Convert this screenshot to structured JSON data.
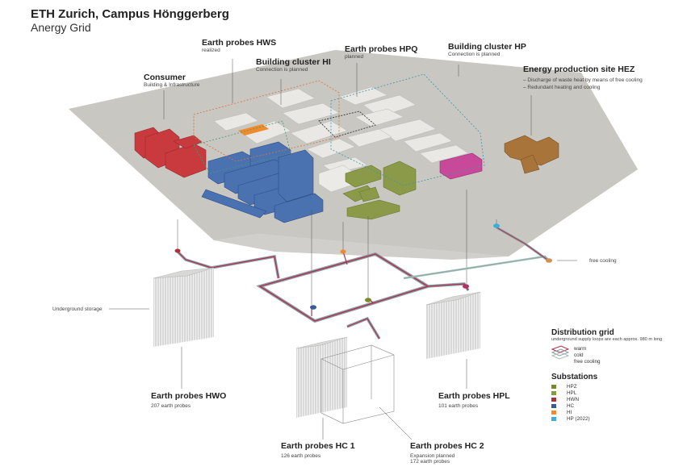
{
  "header": {
    "title": "ETH Zurich, Campus Hönggerberg",
    "subtitle": "Anergy Grid"
  },
  "labels": {
    "consumer": {
      "title": "Consumer",
      "sub": "Building & Infrastructure"
    },
    "hws": {
      "title": "Earth probes HWS",
      "sub": "realized"
    },
    "hi": {
      "title": "Building cluster HI",
      "sub": "Connection is planned"
    },
    "hpq": {
      "title": "Earth probes HPQ",
      "sub": "planned"
    },
    "hp": {
      "title": "Building cluster HP",
      "sub": "Connection is planned"
    },
    "hez": {
      "title": "Energy production site HEZ",
      "bullets": [
        "–  Discharge of waste heat by means of free cooling",
        "–  Redundant heating and cooling"
      ]
    },
    "free_cooling": "free cooling",
    "underground_storage": "Underground storage",
    "hwo": {
      "title": "Earth probes HWO",
      "sub": "207 earth probes"
    },
    "hpl": {
      "title": "Earth probes HPL",
      "sub": "101 earth probes"
    },
    "hc1": {
      "title": "Earth probes HC 1",
      "sub": "126 earth probes"
    },
    "hc2": {
      "title": "Earth probes HC 2",
      "sub": "Expansion planned",
      "sub2": "172 earth probes"
    }
  },
  "legend": {
    "grid_title": "Distribution grid",
    "grid_sub": "underground supply loops are each approx. 980 m long",
    "grid_items": [
      {
        "label": "warm",
        "color": "#b0304a"
      },
      {
        "label": "cold",
        "color": "#8aa0a8"
      },
      {
        "label": "free cooling",
        "color": "#a2c0b4"
      }
    ],
    "substations_title": "Substations",
    "substations": [
      {
        "label": "HPZ",
        "color": "#7a8a2a"
      },
      {
        "label": "HPL",
        "color": "#8a9a3a"
      },
      {
        "label": "HWN",
        "color": "#b03038"
      },
      {
        "label": "HC",
        "color": "#3a5a9a"
      },
      {
        "label": "HI",
        "color": "#f08a2a"
      },
      {
        "label": "HP (2022)",
        "color": "#3ab0d8"
      }
    ]
  },
  "colors": {
    "ground": "#c9c7c2",
    "consumer_red": "#c83a3e",
    "campus_blue": "#4a72b0",
    "olive": "#8a9a48",
    "magenta": "#c8489a",
    "hez_brown": "#a8743a",
    "pipe_warm": "#b0304a",
    "pipe_cold": "#8aa0a8"
  }
}
